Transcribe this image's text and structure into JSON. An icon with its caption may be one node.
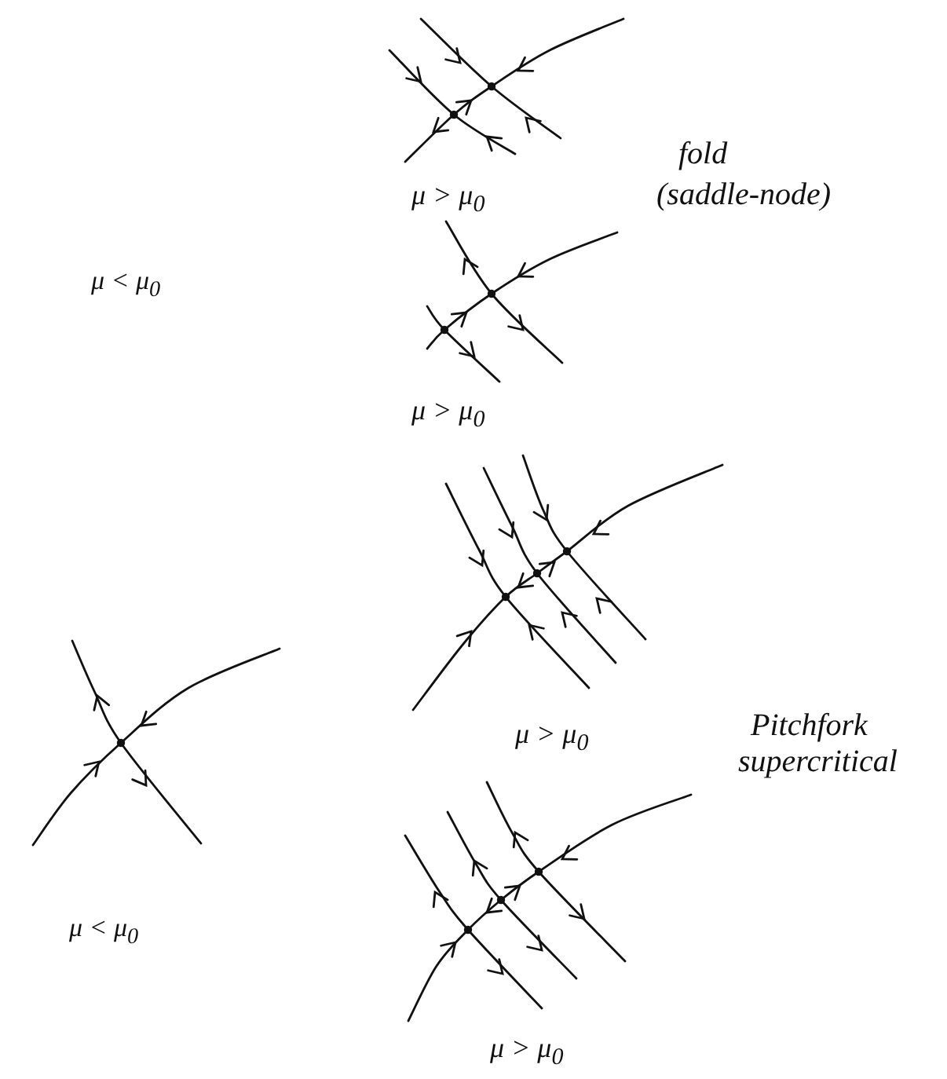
{
  "diagram": {
    "labels": [
      "fold",
      "μ > μ$_{0}$",
      "(saddle-node)",
      "μ < μ$_{0}$",
      "μ > μ$_{0}$",
      "μ > μ$_{0}$",
      "Pitchfork",
      "supercritical",
      "μ < μ$_{0}$",
      "μ > μ$_{0}$"
    ]
  }
}
